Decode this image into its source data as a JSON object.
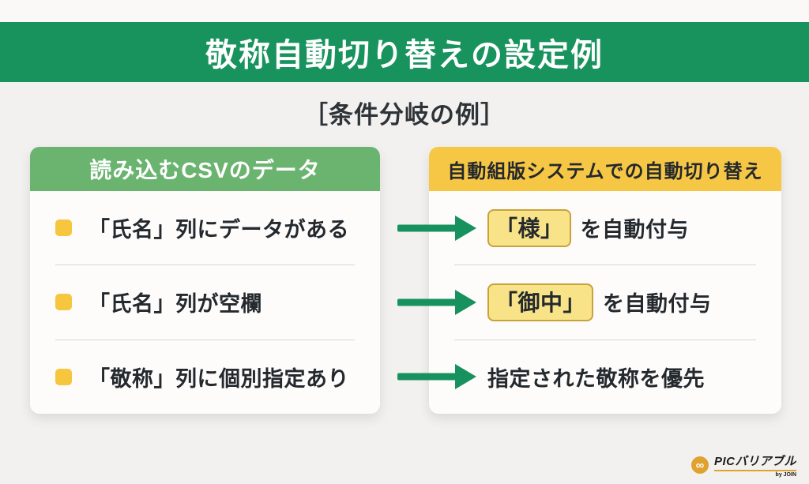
{
  "page": {
    "title": "敬称自動切り替えの設定例",
    "subtitle": "［条件分岐の例］"
  },
  "left_panel": {
    "header": "読み込むCSVのデータ",
    "items": [
      {
        "text": "「氏名」列にデータがある"
      },
      {
        "text": "「氏名」列が空欄"
      },
      {
        "text": "「敬称」列に個別指定あり"
      }
    ]
  },
  "right_panel": {
    "header": "自動組版システムでの自動切り替え",
    "items": [
      {
        "highlight": "「様」",
        "text": "を自動付与"
      },
      {
        "highlight": "「御中」",
        "text": "を自動付与"
      },
      {
        "text": "指定された敬称を優先"
      }
    ]
  },
  "logo": {
    "icon": "∞",
    "name": "PICバリアブル",
    "byline": "by JOIN"
  },
  "colors": {
    "title_bar_green": "#18935e",
    "panel_header_green": "#6ab46f",
    "panel_header_yellow": "#f6c645",
    "bullet_yellow": "#f7c63f",
    "arrow_green": "#17925e",
    "highlight_fill": "#f9e388",
    "highlight_border": "#c9a23c",
    "logo_gold": "#dfa22e",
    "background": "#f2f1ef",
    "text_dark": "#24292e"
  }
}
